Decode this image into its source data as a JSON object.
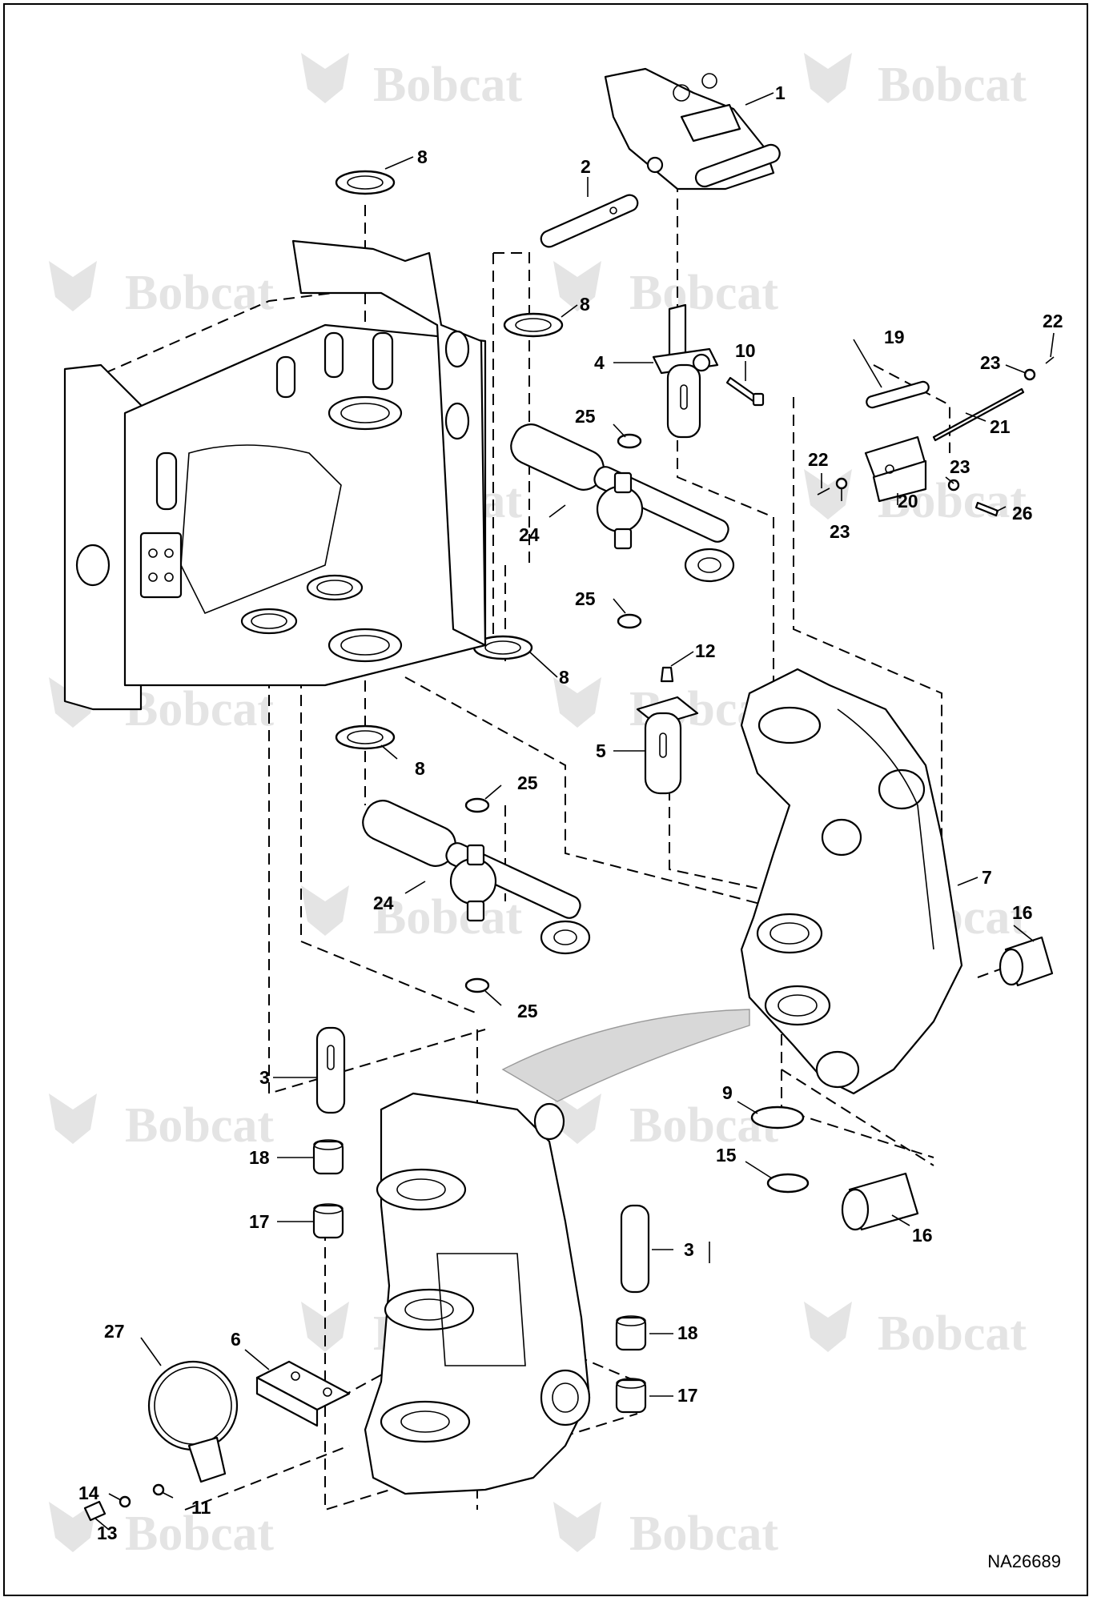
{
  "drawing_id": "NA26689",
  "watermark_text": "Bobcat",
  "watermark_color": "#e4e4e4",
  "callouts": [
    {
      "id": "c1",
      "label": "1"
    },
    {
      "id": "c2",
      "label": "2"
    },
    {
      "id": "c3a",
      "label": "3"
    },
    {
      "id": "c3b",
      "label": "3"
    },
    {
      "id": "c4",
      "label": "4"
    },
    {
      "id": "c5",
      "label": "5"
    },
    {
      "id": "c6",
      "label": "6"
    },
    {
      "id": "c7",
      "label": "7"
    },
    {
      "id": "c8a",
      "label": "8"
    },
    {
      "id": "c8b",
      "label": "8"
    },
    {
      "id": "c8c",
      "label": "8"
    },
    {
      "id": "c8d",
      "label": "8"
    },
    {
      "id": "c9",
      "label": "9"
    },
    {
      "id": "c10",
      "label": "10"
    },
    {
      "id": "c11",
      "label": "11"
    },
    {
      "id": "c12",
      "label": "12"
    },
    {
      "id": "c13",
      "label": "13"
    },
    {
      "id": "c14",
      "label": "14"
    },
    {
      "id": "c15",
      "label": "15"
    },
    {
      "id": "c16a",
      "label": "16"
    },
    {
      "id": "c16b",
      "label": "16"
    },
    {
      "id": "c17a",
      "label": "17"
    },
    {
      "id": "c17b",
      "label": "17"
    },
    {
      "id": "c18a",
      "label": "18"
    },
    {
      "id": "c18b",
      "label": "18"
    },
    {
      "id": "c19",
      "label": "19"
    },
    {
      "id": "c20",
      "label": "20"
    },
    {
      "id": "c21",
      "label": "21"
    },
    {
      "id": "c22a",
      "label": "22"
    },
    {
      "id": "c22b",
      "label": "22"
    },
    {
      "id": "c23a",
      "label": "23"
    },
    {
      "id": "c23b",
      "label": "23"
    },
    {
      "id": "c23c",
      "label": "23"
    },
    {
      "id": "c24a",
      "label": "24"
    },
    {
      "id": "c24b",
      "label": "24"
    },
    {
      "id": "c25a",
      "label": "25"
    },
    {
      "id": "c25b",
      "label": "25"
    },
    {
      "id": "c25c",
      "label": "25"
    },
    {
      "id": "c25d",
      "label": "25"
    },
    {
      "id": "c26",
      "label": "26"
    },
    {
      "id": "c27",
      "label": "27"
    }
  ]
}
